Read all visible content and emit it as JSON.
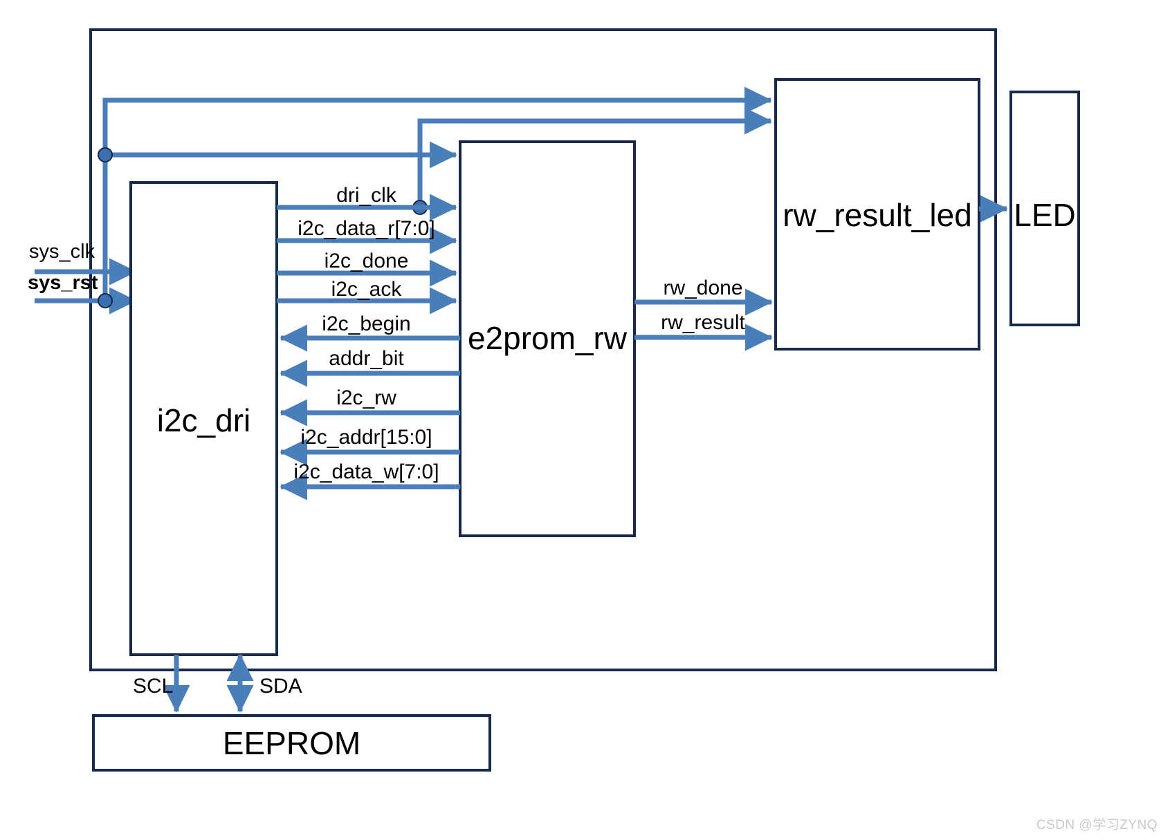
{
  "diagram": {
    "title_absent": true,
    "colors": {
      "block_border": "#15294b",
      "wire": "#4a7ebb",
      "junction": "#3c6fb0",
      "text": "#000000",
      "watermark": "#c9c9c9",
      "background": "#ffffff"
    },
    "outer_boundary": {
      "name": "top-level-module"
    },
    "blocks": [
      {
        "id": "i2c_dri",
        "label": "i2c_dri"
      },
      {
        "id": "e2prom_rw",
        "label": "e2prom_rw"
      },
      {
        "id": "rw_result_led",
        "label": "rw_result_led"
      },
      {
        "id": "led",
        "label": "LED"
      },
      {
        "id": "eeprom",
        "label": "EEPROM"
      }
    ],
    "external_ports": [
      {
        "id": "sys_clk",
        "label": "sys_clk",
        "bold": false
      },
      {
        "id": "sys_rst",
        "label": "sys_rst",
        "bold": true
      }
    ],
    "signals_dri_to_e2prom": [
      {
        "id": "dri_clk",
        "label": "dri_clk",
        "direction": "right"
      },
      {
        "id": "i2c_data_r",
        "label": "i2c_data_r[7:0]",
        "direction": "right"
      },
      {
        "id": "i2c_done",
        "label": "i2c_done",
        "direction": "right"
      },
      {
        "id": "i2c_ack",
        "label": "i2c_ack",
        "direction": "right"
      },
      {
        "id": "i2c_begin",
        "label": "i2c_begin",
        "direction": "left"
      },
      {
        "id": "addr_bit",
        "label": "addr_bit",
        "direction": "left"
      },
      {
        "id": "i2c_rw",
        "label": "i2c_rw",
        "direction": "left"
      },
      {
        "id": "i2c_addr",
        "label": "i2c_addr[15:0]",
        "direction": "left"
      },
      {
        "id": "i2c_data_w",
        "label": "i2c_data_w[7:0]",
        "direction": "left"
      }
    ],
    "signals_e2prom_to_led": [
      {
        "id": "rw_done",
        "label": "rw_done",
        "direction": "right"
      },
      {
        "id": "rw_result",
        "label": "rw_result",
        "direction": "right"
      }
    ],
    "signals_eeprom": [
      {
        "id": "scl",
        "label": "SCL",
        "direction": "down"
      },
      {
        "id": "sda",
        "label": "SDA",
        "direction": "bidirectional"
      }
    ],
    "watermark": "CSDN @学习ZYNQ"
  }
}
